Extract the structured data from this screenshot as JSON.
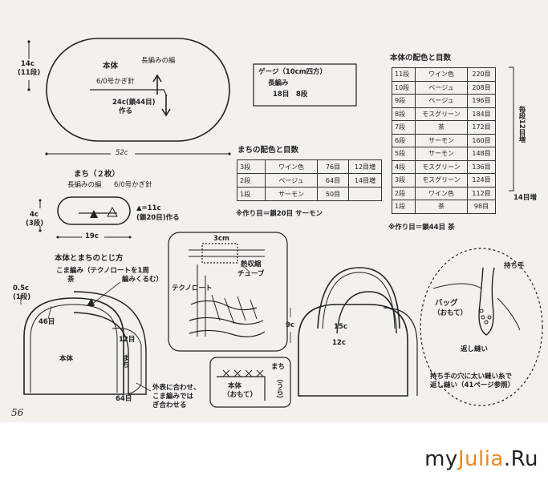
{
  "page_number": "56",
  "watermark": {
    "part1": "my",
    "part2": "Julia",
    "part3": ".Ru"
  },
  "body_top": {
    "height_label": "14c",
    "height_sub": "(11段)",
    "title": "本体",
    "stitch": "長編みの編",
    "hook": "6/0号かぎ針",
    "chain_note": "24c(鎖44目)",
    "chain_note2": "作る",
    "width_label": "52c"
  },
  "gauge": {
    "title": "ゲージ（10cm四方）",
    "line1": "長編み",
    "line2": "18目　8段"
  },
  "gusset": {
    "title": "まち（２枚）",
    "stitch": "長編みの編",
    "hook": "6/0号かぎ針",
    "height_label": "4c",
    "height_sub": "(3段)",
    "chain_note": "=11c",
    "chain_note2": "(鎖20目)作る",
    "width_label": "19c"
  },
  "gusset_table": {
    "title": "まちの配色と目数",
    "rows": [
      {
        "row": "3段",
        "color": "ワイン色",
        "count": "76目",
        "inc": "12目増"
      },
      {
        "row": "2段",
        "color": "ベージュ",
        "count": "64目",
        "inc": "14目増"
      },
      {
        "row": "1段",
        "color": "サーモン",
        "count": "50目",
        "inc": ""
      }
    ],
    "note": "※作り目＝鎖20目 サーモン"
  },
  "main_table": {
    "title": "本体の配色と目数",
    "rows": [
      {
        "row": "11段",
        "color": "ワイン色",
        "count": "220目"
      },
      {
        "row": "10段",
        "color": "ベージュ",
        "count": "208目"
      },
      {
        "row": "9段",
        "color": "ベージュ",
        "count": "196目"
      },
      {
        "row": "8段",
        "color": "モスグリーン",
        "count": "184目"
      },
      {
        "row": "7段",
        "color": "茶",
        "count": "172目"
      },
      {
        "row": "6段",
        "color": "サーモン",
        "count": "160目"
      },
      {
        "row": "5段",
        "color": "サーモン",
        "count": "148目"
      },
      {
        "row": "4段",
        "color": "モスグリーン",
        "count": "136目"
      },
      {
        "row": "3段",
        "color": "モスグリーン",
        "count": "124目"
      },
      {
        "row": "2段",
        "color": "ワイン色",
        "count": "112目"
      },
      {
        "row": "1段",
        "color": "茶",
        "count": "98目"
      }
    ],
    "bracket_label": "毎段12目増",
    "inc_row2": "14目増",
    "note": "※作り目＝鎖44目 茶"
  },
  "assembly": {
    "title": "本体とまちのとじ方",
    "kobami_line1": "こま編み（テクノロートを1周",
    "kobami_line2": "茶",
    "kobami_line3": "編みくるむ）",
    "edge_label": "0.5c",
    "edge_sub": "(1段)",
    "stitches_body": "46目",
    "body_label": "本体",
    "gusset_stitches": "12目",
    "gusset_label": "まち",
    "bottom_stitches": "64目",
    "note1": "外表に合わせ、",
    "note2": "こま編みでは",
    "note3": "ぎ合わせる"
  },
  "detail": {
    "width": "3cm",
    "tube1": "熱収縮",
    "tube2": "チューブ",
    "wire": "テクノロート"
  },
  "seam": {
    "gusset_back": "まち",
    "gusset_back2": "（うら）",
    "body_front": "本体",
    "body_front2": "（おもて）"
  },
  "bag": {
    "handle_h": "9c",
    "l1": "15c",
    "l2": "12c",
    "handle_label": "持ち手",
    "bag_label": "バッグ",
    "bag_sub": "（おもて）",
    "backstitch": "返し縫い",
    "note1": "持ち手の穴に太い縫い糸で",
    "note2": "返し縫い（41ページ参照）"
  }
}
